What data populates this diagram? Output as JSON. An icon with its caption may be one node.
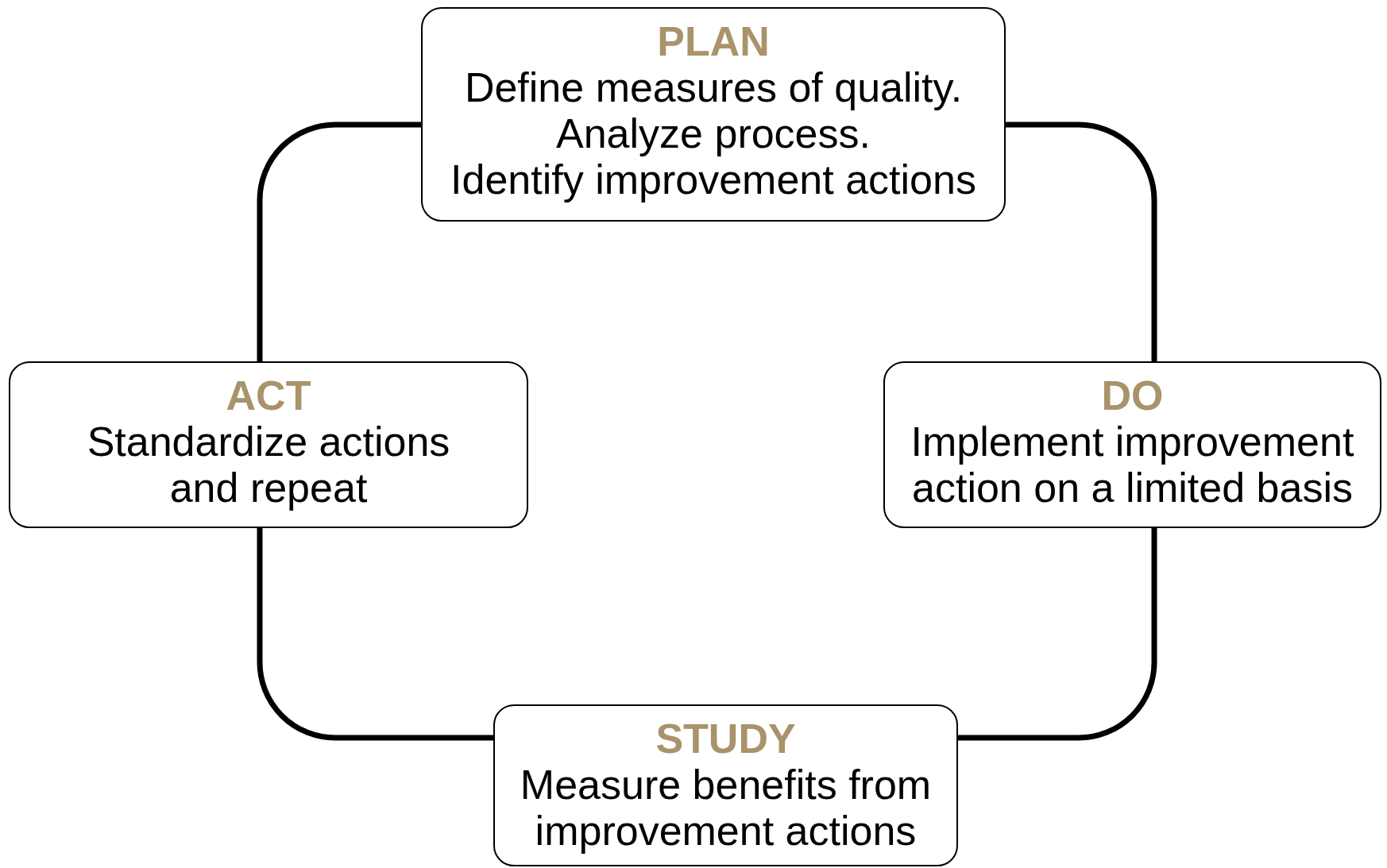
{
  "diagram": {
    "nodes": [
      {
        "text": [
          "PLAN",
          "Define measures of quality.",
          "Analyze process.",
          "Identify improvement actions"
        ]
      },
      {
        "text": [
          "DO",
          "Implement improvement action on a limited basis"
        ]
      },
      {
        "text": [
          "STUDY",
          "Measure benefits from improvement actions"
        ]
      },
      {
        "text": [
          "ACT",
          "Standardize actions and repeat"
        ]
      }
    ],
    "edges": [
      {
        "from": 0,
        "to": 1,
        "arrow": "none"
      },
      {
        "from": 1,
        "to": 2,
        "arrow": "none"
      },
      {
        "from": 2,
        "to": 3,
        "arrow": "none"
      },
      {
        "from": 3,
        "to": 0,
        "arrow": "none"
      }
    ]
  }
}
